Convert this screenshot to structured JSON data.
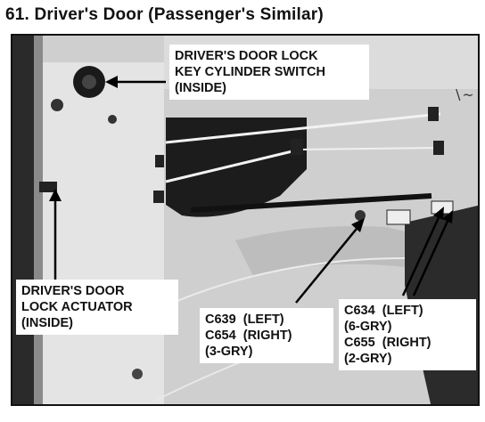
{
  "title": "61.  Driver's Door (Passenger's Similar)",
  "labels": {
    "key_cylinder": {
      "lines": [
        "DRIVER'S DOOR LOCK",
        "KEY CYLINDER SWITCH",
        "(INSIDE)"
      ]
    },
    "actuator": {
      "lines": [
        "DRIVER'S DOOR",
        "LOCK ACTUATOR",
        "(INSIDE)"
      ]
    },
    "connector_left_group": {
      "line1_code": "C639",
      "line1_text": "(LEFT)",
      "line2_code": "C654",
      "line2_text": "(RIGHT)",
      "line3": "(3-GRY)"
    },
    "connector_right_group": {
      "line1_code": "C634",
      "line1_text": "(LEFT)",
      "line2": "(6-GRY)",
      "line3_code": "C655",
      "line3_text": "(RIGHT)",
      "line4": "(2-GRY)"
    }
  }
}
